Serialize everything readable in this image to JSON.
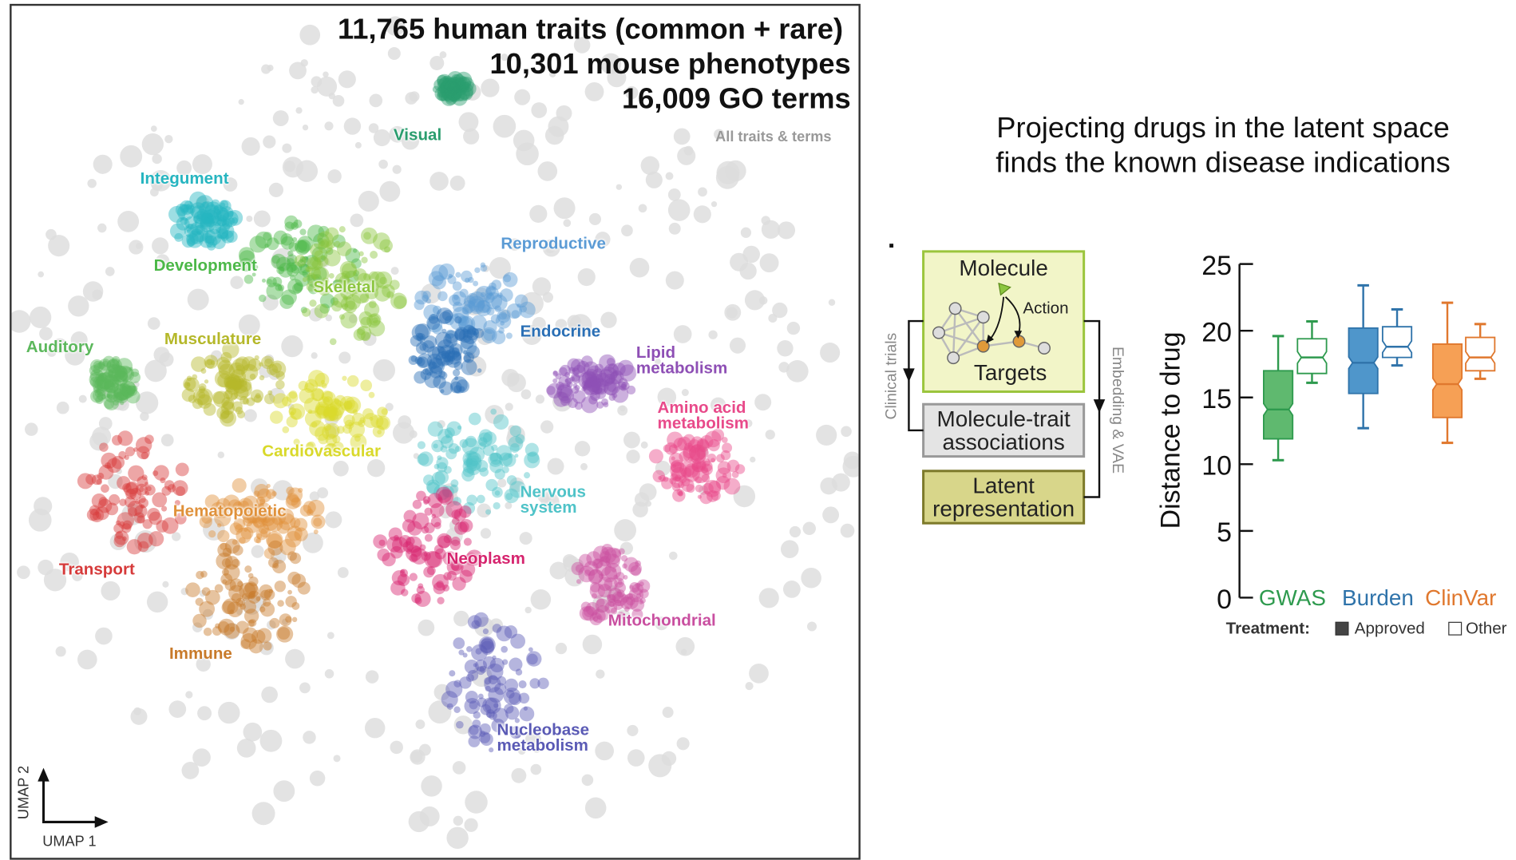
{
  "map": {
    "headline": [
      "11,765 human traits (common + rare)",
      "10,301 mouse phenotypes",
      "16,009 GO terms"
    ],
    "legend_note": "All traits & terms",
    "axis_x": "UMAP 1",
    "axis_y": "UMAP 2",
    "clusters": [
      {
        "name": "Visual",
        "color": "#2a9d6e"
      },
      {
        "name": "Integument",
        "color": "#26b5c0"
      },
      {
        "name": "Development",
        "color": "#4cb848"
      },
      {
        "name": "Skeletal",
        "color": "#8cc63f"
      },
      {
        "name": "Auditory",
        "color": "#5cb85c"
      },
      {
        "name": "Musculature",
        "color": "#b5b82a"
      },
      {
        "name": "Reproductive",
        "color": "#5b9bd5"
      },
      {
        "name": "Endocrine",
        "color": "#2a6fb5"
      },
      {
        "name": "Lipid metabolism",
        "color": "#8e4fb5"
      },
      {
        "name": "Amino acid metabolism",
        "color": "#e84a8a"
      },
      {
        "name": "Cardiovascular",
        "color": "#d9d92a"
      },
      {
        "name": "Nervous system",
        "color": "#4fc3c8"
      },
      {
        "name": "Hematopoietic",
        "color": "#e0913a"
      },
      {
        "name": "Transport",
        "color": "#d63a3a"
      },
      {
        "name": "Neoplasm",
        "color": "#d6246e"
      },
      {
        "name": "Immune",
        "color": "#c87a2a"
      },
      {
        "name": "Mitochondrial",
        "color": "#c94fa0"
      },
      {
        "name": "Nucleobase metabolism",
        "color": "#5a5ab5"
      }
    ]
  },
  "right": {
    "title_line1": "Projecting drugs in the latent space",
    "title_line2": "finds the known disease indications"
  },
  "diagram": {
    "molecule": "Molecule",
    "action": "Action",
    "targets": "Targets",
    "associations_line1": "Molecule-trait",
    "associations_line2": "associations",
    "latent_line1": "Latent",
    "latent_line2": "representation",
    "clinical": "Clinical trials",
    "embedding": "Embedding & VAE"
  },
  "chart_data": {
    "type": "boxplot",
    "ylabel": "Distance to drug",
    "ylim": [
      0,
      25
    ],
    "yticks": [
      "0",
      "5",
      "10",
      "15",
      "20",
      "25"
    ],
    "categories": [
      {
        "name": "GWAS",
        "color": "#2e9a4e",
        "fill": "#5fb96f"
      },
      {
        "name": "Burden",
        "color": "#2f73aa",
        "fill": "#4f96cb"
      },
      {
        "name": "ClinVar",
        "color": "#e0782e",
        "fill": "#f6a055"
      }
    ],
    "legend_title": "Treatment:",
    "legend": [
      "Approved",
      "Other"
    ],
    "boxes": [
      {
        "category": "GWAS",
        "treatment": "Approved",
        "min": 10.3,
        "q1": 11.9,
        "median": 14.1,
        "q3": 17.0,
        "max": 19.6
      },
      {
        "category": "GWAS",
        "treatment": "Other",
        "min": 16.1,
        "q1": 16.8,
        "median": 18.0,
        "q3": 19.4,
        "max": 20.7
      },
      {
        "category": "Burden",
        "treatment": "Approved",
        "min": 12.7,
        "q1": 15.3,
        "median": 17.6,
        "q3": 20.2,
        "max": 23.4
      },
      {
        "category": "Burden",
        "treatment": "Other",
        "min": 17.4,
        "q1": 18.0,
        "median": 18.8,
        "q3": 20.3,
        "max": 21.6
      },
      {
        "category": "ClinVar",
        "treatment": "Approved",
        "min": 11.6,
        "q1": 13.5,
        "median": 16.0,
        "q3": 19.0,
        "max": 22.1
      },
      {
        "category": "ClinVar",
        "treatment": "Other",
        "min": 16.4,
        "q1": 17.0,
        "median": 18.0,
        "q3": 19.5,
        "max": 20.5
      }
    ]
  }
}
